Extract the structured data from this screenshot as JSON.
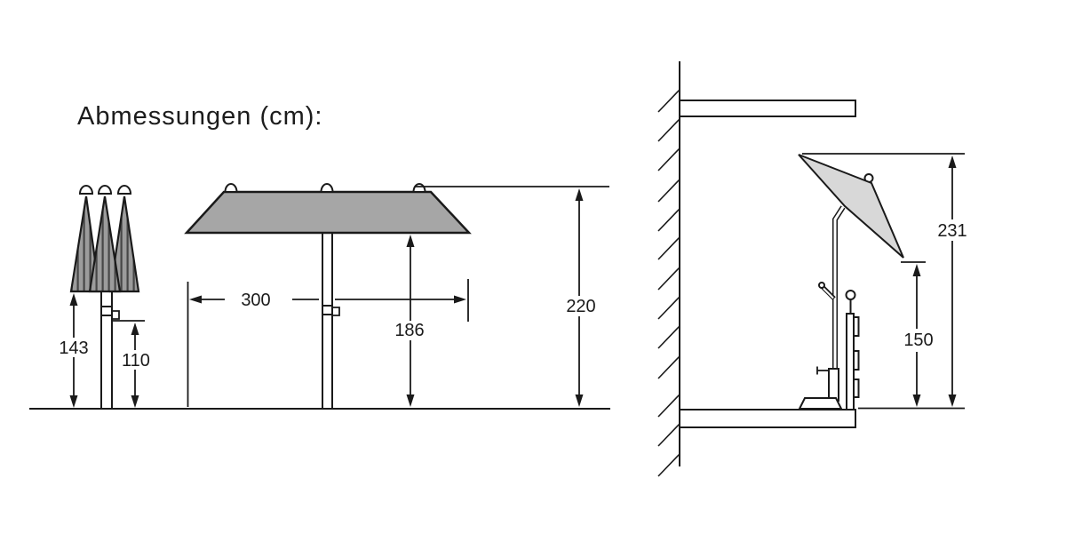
{
  "title": "Abmessungen (cm):",
  "colors": {
    "line": "#1a1a1a",
    "open_canopy_fill": "#a6a6a6",
    "side_canopy_fill": "#d8d8d8",
    "closed_canopy_fill": "#9c9c9c",
    "background": "#ffffff"
  },
  "closed_umbrella": {
    "overall_height": "143",
    "pole_height": "110"
  },
  "open_umbrella": {
    "width": "300",
    "clearance_height": "186",
    "total_height": "220"
  },
  "balcony_view": {
    "total_height": "231",
    "canopy_edge_height": "150"
  }
}
